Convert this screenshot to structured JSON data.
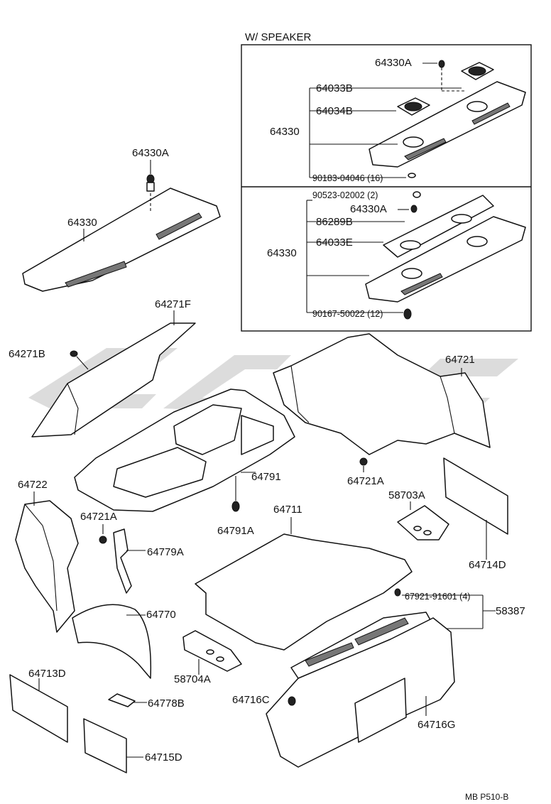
{
  "inset": {
    "title": "W/ SPEAKER",
    "upper": {
      "shelf": "64330",
      "clip": "64330A",
      "speaker_cover": "64033B",
      "speaker_grille": "64034B",
      "screw": "90183-04046 (16)"
    },
    "lower": {
      "shelf": "64330",
      "nut": "90523-02002 (2)",
      "clip": "64330A",
      "bracket": "86289B",
      "speaker_cover": "64033E",
      "screw": "90167-50022 (12)"
    }
  },
  "parts": {
    "package_tray": "64330",
    "tray_clip": "64330A",
    "trim_panel": "64271F",
    "trim_clip": "64271B",
    "trunk_lid_lining": "64791",
    "lid_clip": "64791A",
    "side_trim_right": "64721",
    "side_clip_right": "64721A",
    "side_trim_left": "64722",
    "side_clip_left": "64721A",
    "bracket_left": "64779A",
    "floor_mat": "64711",
    "pad_right": "58703A",
    "sheet_right": "64714D",
    "wheelhouse_cover": "64770",
    "pad_left": "58704A",
    "sheet_left": "64713D",
    "small_pad": "64778B",
    "sheet_bottom_left": "64715D",
    "rear_screw": "67921-91601 (4)",
    "scuff_plate": "58387",
    "rear_trim": "64716G",
    "rear_clip": "64716C"
  },
  "footer": {
    "code": "MB P510-B"
  }
}
